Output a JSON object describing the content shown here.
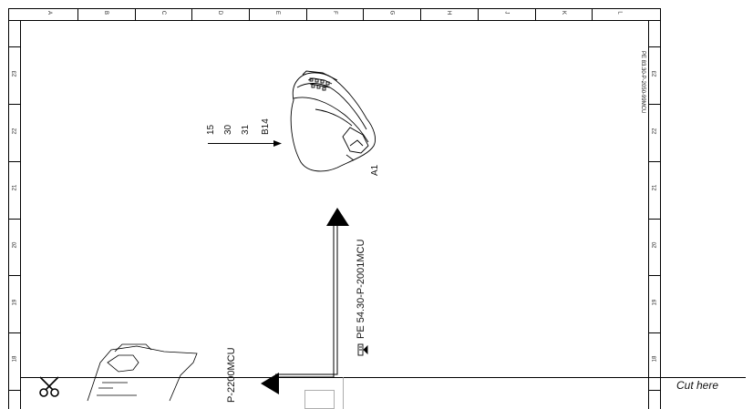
{
  "columns": [
    "A",
    "B",
    "C",
    "D",
    "E",
    "F",
    "G",
    "H",
    "J",
    "K",
    "L"
  ],
  "rows": [
    "23",
    "22",
    "21",
    "20",
    "19",
    "18"
  ],
  "doc_code": "PE 83.30-P-2050-99MCU",
  "connector_pins": [
    "15",
    "30",
    "31",
    "B14"
  ],
  "component_label": "A1",
  "ref_main": "PE 54.30-P-2001MCU",
  "ref_bottom": "P-2200MCU",
  "cut_label": "Cut here",
  "icons": {
    "scissors": "scissors-icon",
    "reference": "document-reference-icon"
  }
}
